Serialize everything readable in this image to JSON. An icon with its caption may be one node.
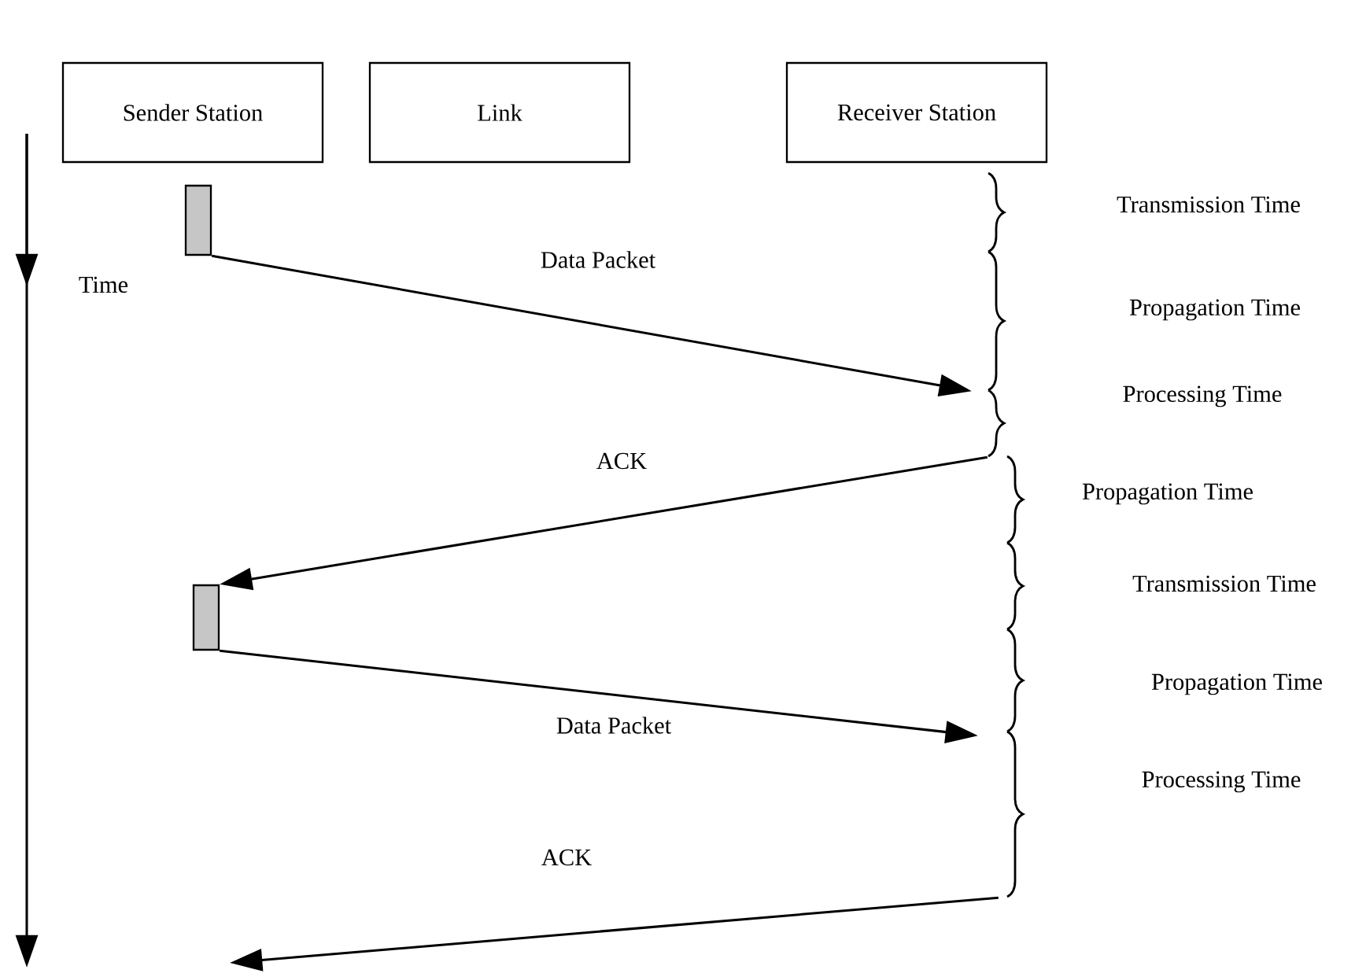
{
  "diagram": {
    "nodes": [
      {
        "text": [
          "Sender Station"
        ]
      },
      {
        "text": [
          "Link"
        ]
      },
      {
        "text": [
          "Receiver Station"
        ]
      },
      {
        "text": [],
        "shape": "bar"
      },
      {
        "text": [],
        "shape": "bar"
      }
    ],
    "edges": [
      {
        "from": 3,
        "to": 2,
        "arrow": "to",
        "label": "Data Packet"
      },
      {
        "from": 2,
        "to": 4,
        "arrow": "to",
        "label": "ACK"
      },
      {
        "from": 4,
        "to": 2,
        "arrow": "to",
        "label": "Data Packet"
      },
      {
        "from": 2,
        "to": null,
        "arrow": "to",
        "label": "ACK"
      }
    ],
    "labels": [
      "Time",
      "Transmission Time",
      "Propagation Time",
      "Processing Time",
      "Propagation Time",
      "Transmission Time",
      "Propagation Time",
      "Processing Time"
    ]
  }
}
